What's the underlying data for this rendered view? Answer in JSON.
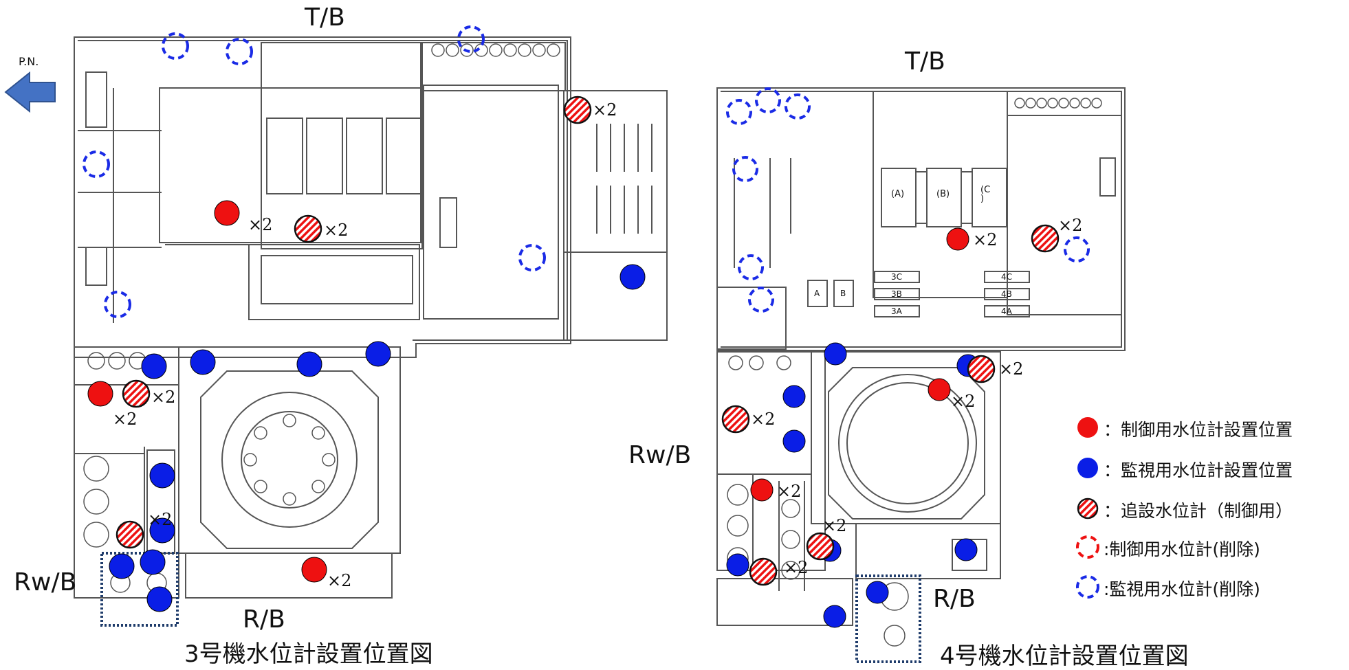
{
  "north_arrow": {
    "label": "P.N."
  },
  "unit3": {
    "title": "3号機水位計設置位置図",
    "tb": "T/B",
    "rwb": "Rw/B",
    "rb": "R/B",
    "mult_labels": [
      "×2",
      "×2",
      "×2",
      "×2",
      "×2",
      "×2",
      "×2"
    ]
  },
  "unit4": {
    "title": "4号機水位計設置位置図",
    "tb": "T/B",
    "rwb": "Rw/B",
    "rb": "R/B",
    "mult_labels": [
      "×2",
      "×2",
      "×2",
      "×2",
      "×2",
      "×2",
      "×2",
      "×2"
    ],
    "room_labels": [
      "(A)",
      "(B)",
      "(C\n)",
      "3C",
      "3B",
      "3A",
      "4C",
      "4B",
      "4A",
      "A",
      "B"
    ]
  },
  "legend": [
    {
      "symbol": "red-solid",
      "text": "：制御用水位計設置位置"
    },
    {
      "symbol": "blue-solid",
      "text": "：監視用水位計設置位置"
    },
    {
      "symbol": "red-hatched",
      "text": "：追設水位計（制御用）"
    },
    {
      "symbol": "red-dashed",
      "text": ":制御用水位計(削除)"
    },
    {
      "symbol": "blue-dashed",
      "text": ":監視用水位計(削除)"
    }
  ],
  "colors": {
    "red": "#ee1111",
    "blue": "#0a1ee6",
    "dashed_red": "#ee1111",
    "dashed_blue": "#1a2be6",
    "arrow": "#4472c4",
    "wall": "#555555"
  }
}
